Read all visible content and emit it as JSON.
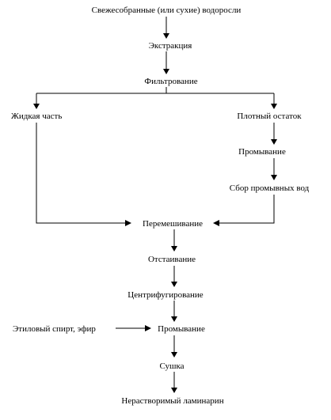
{
  "nodes": {
    "fresh_algae": "Свежесобранные (или сухие) водоросли",
    "extraction": "Экстракция",
    "filtration": "Фильтрование",
    "liquid_part": "Жидкая часть",
    "solid_residue": "Плотный остаток",
    "washing_1": "Промывание",
    "wash_water_collection": "Сбор промывных вод",
    "mixing": "Перемешивание",
    "settling": "Отстаивание",
    "centrifugation": "Центрифугирование",
    "ethanol_ether": "Этиловый спирт, эфир",
    "washing_2": "Промывание",
    "drying": "Сушка",
    "insoluble_laminarin": "Нерастворимый ламинарин"
  },
  "colors": {
    "ink": "#000000",
    "background": "#ffffff"
  }
}
